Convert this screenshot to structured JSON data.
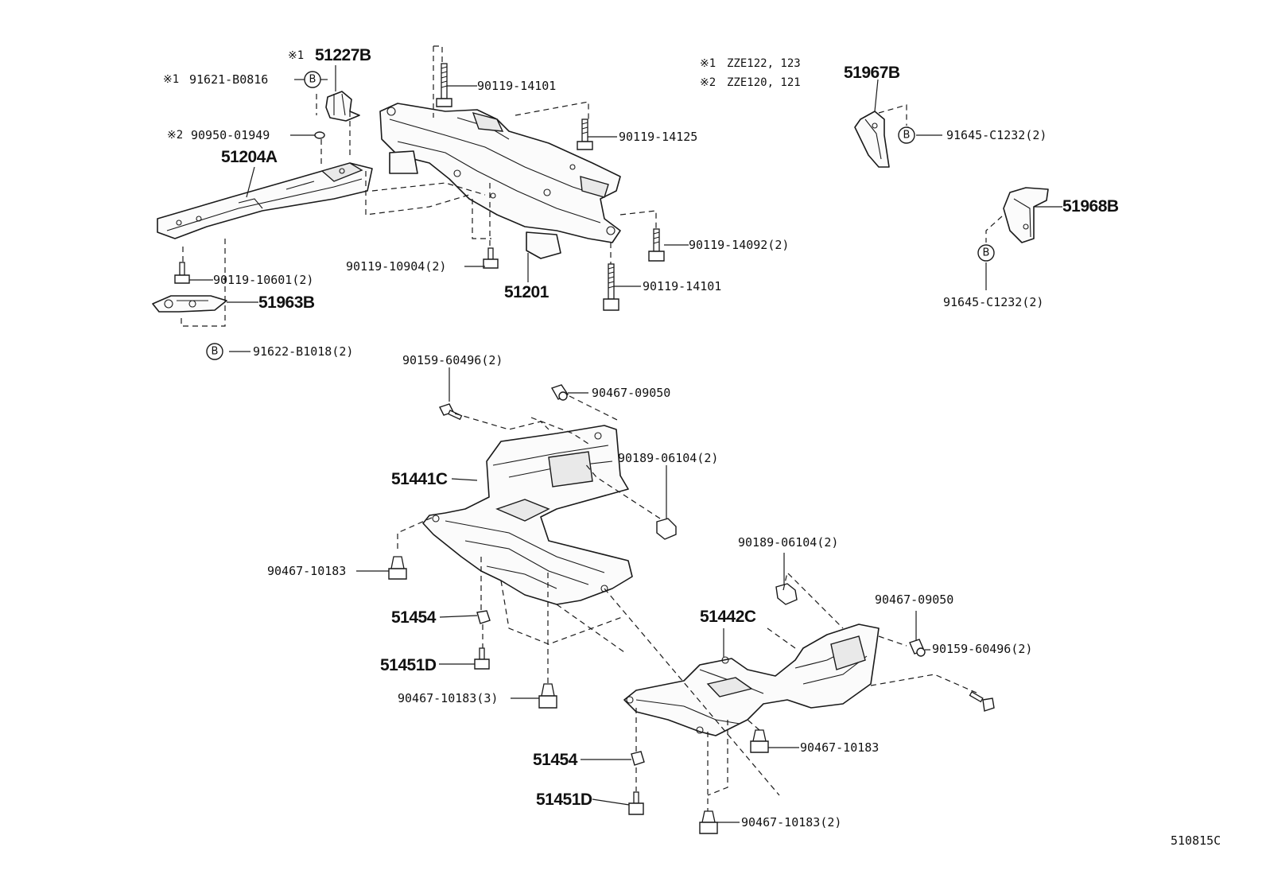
{
  "notes": [
    {
      "mark": "※1",
      "text": "ZZE122, 123"
    },
    {
      "mark": "※2",
      "text": "ZZE120, 121"
    }
  ],
  "callout_symbol": "B",
  "labels": {
    "p51227B": "51227B",
    "p51227B_mark": "※1",
    "p91621": "91621-B0816",
    "p91621_mark": "※1",
    "p90950": "90950-01949",
    "p90950_mark": "※2",
    "p51204A": "51204A",
    "p90119_10601": "90119-10601(2)",
    "p51963B": "51963B",
    "p91622": "91622-B1018(2)",
    "p90119_14101_top": "90119-14101",
    "p90119_14125": "90119-14125",
    "p90119_10904": "90119-10904(2)",
    "p51201": "51201",
    "p90119_14092": "90119-14092(2)",
    "p90119_14101_bot": "90119-14101",
    "p51967B": "51967B",
    "p91645_a": "91645-C1232(2)",
    "p51968B": "51968B",
    "p91645_b": "91645-C1232(2)",
    "p90159_a": "90159-60496(2)",
    "p90467_09050_a": "90467-09050",
    "p90189_a": "90189-06104(2)",
    "p51441C": "51441C",
    "p90467_10183_a": "90467-10183",
    "p51454_a": "51454",
    "p51451D_a": "51451D",
    "p90467_10183_3": "90467-10183(3)",
    "p90189_b": "90189-06104(2)",
    "p90467_09050_b": "90467-09050",
    "p51442C": "51442C",
    "p90159_b": "90159-60496(2)",
    "p90467_10183_b": "90467-10183",
    "p51454_b": "51454",
    "p51451D_b": "51451D",
    "p90467_10183_2": "90467-10183(2)"
  },
  "diagram_ref": "510815C"
}
